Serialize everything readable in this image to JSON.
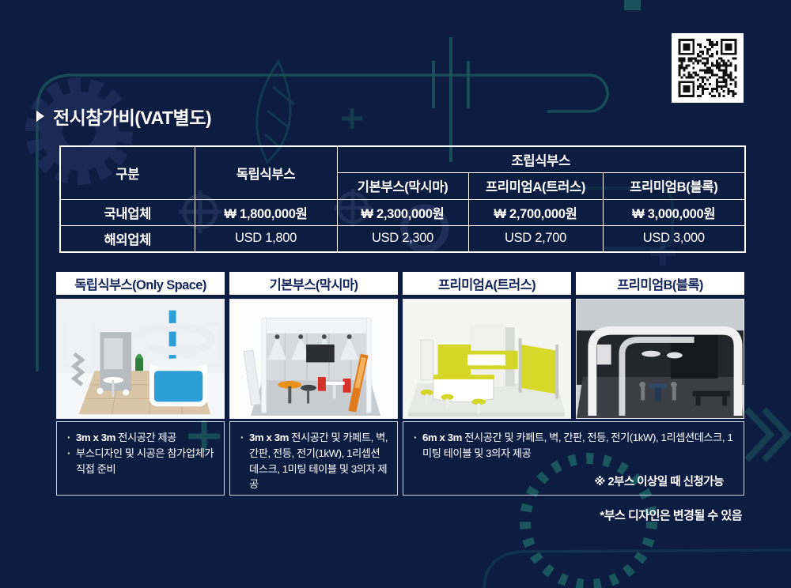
{
  "page": {
    "title": "전시참가비(VAT별도)",
    "background_color": "#0d1d42",
    "accent_teal": "#1d5a60",
    "card_title_color": "#14265a",
    "table_border_color": "#ffffff"
  },
  "icons": {
    "title_marker": "right-triangle-icon",
    "qr": "qr-code"
  },
  "table": {
    "corner_label": "구분",
    "independent_label": "독립식부스",
    "assembled_label": "조립식부스",
    "sub_headers": [
      "기본부스(막시마)",
      "프리미엄A(트러스)",
      "프리미엄B(블록)"
    ],
    "rows": [
      {
        "label": "국내업체",
        "values": [
          "₩ 1,800,000원",
          "₩ 2,300,000원",
          "₩ 2,700,000원",
          "₩ 3,000,000원"
        ]
      },
      {
        "label": "해외업체",
        "values": [
          "USD 1,800",
          "USD 2,300",
          "USD 2,700",
          "USD 3,000"
        ]
      }
    ]
  },
  "cards": [
    {
      "title": "독립식부스(Only Space)",
      "bullets": [
        {
          "em": "3m x 3m",
          "text": " 전시공간 제공"
        },
        {
          "em": "",
          "text": "부스디자인 및 시공은 참가업체가 직접 준비"
        }
      ]
    },
    {
      "title": "기본부스(막시마)",
      "bullets": [
        {
          "em": "3m x 3m",
          "text": " 전시공간 및 카페트, 벽, 간판, 전등, 전기(1kW), 1리셉션데스크, 1미팅 테이블 및 3의자 제공"
        }
      ]
    },
    {
      "title": "프리미엄A(트러스)",
      "bullets": [
        {
          "em": "6m x 3m",
          "text": " 전시공간 및 카페트, 벽, 간판, 전등, 전기(1kW), 1리셉션데스크, 1미팅 테이블 및 3의자 제공"
        }
      ],
      "note": "※ 2부스 이상일 때 신청가능"
    },
    {
      "title": "프리미엄B(블록)"
    }
  ],
  "notes": {
    "design_note": "*부스 디자인은 변경될 수 있음"
  }
}
